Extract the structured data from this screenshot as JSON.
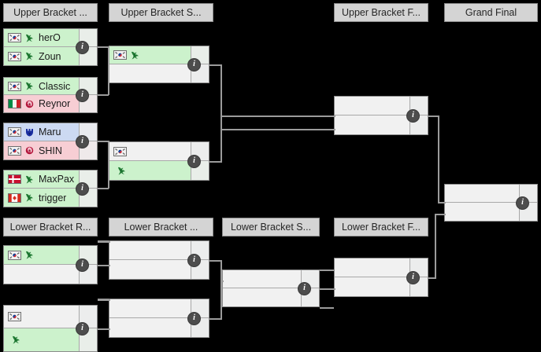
{
  "page": {
    "title": "Double Elimination Tournament Bracket",
    "background_color": "#000000",
    "header_color": "#d4d4d4",
    "win_color": "#ccf2cc",
    "lose_color": "#f7ced4",
    "terran_color": "#ccd9f2",
    "line_color": "#9b9b9b",
    "info_label": "i"
  },
  "rounds": [
    {
      "id": "ub-r1",
      "label": "Upper Bracket ..."
    },
    {
      "id": "ub-sf",
      "label": "Upper Bracket S..."
    },
    {
      "id": "ub-f",
      "label": "Upper Bracket F..."
    },
    {
      "id": "gf",
      "label": "Grand Final"
    },
    {
      "id": "lb-r1",
      "label": "Lower Bracket R..."
    },
    {
      "id": "lb-r2",
      "label": "Lower Bracket ..."
    },
    {
      "id": "lb-sf",
      "label": "Lower Bracket S..."
    },
    {
      "id": "lb-f",
      "label": "Lower Bracket F..."
    }
  ],
  "matches": [
    {
      "id": "ubr1-m1",
      "round": "ub-r1",
      "opponents": [
        {
          "name": "herO",
          "flag": "kr",
          "race": "protoss",
          "result": "win",
          "score": ""
        },
        {
          "name": "Zoun",
          "flag": "kr",
          "race": "protoss",
          "result": "win",
          "score": ""
        }
      ]
    },
    {
      "id": "ubr1-m2",
      "round": "ub-r1",
      "opponents": [
        {
          "name": "Classic",
          "flag": "kr",
          "race": "protoss",
          "result": "win",
          "score": ""
        },
        {
          "name": "Reynor",
          "flag": "it",
          "race": "zerg",
          "result": "lose",
          "score": ""
        }
      ]
    },
    {
      "id": "ubr1-m3",
      "round": "ub-r1",
      "opponents": [
        {
          "name": "Maru",
          "flag": "kr",
          "race": "terran",
          "result": "terran",
          "score": ""
        },
        {
          "name": "SHIN",
          "flag": "kr",
          "race": "zerg",
          "result": "lose",
          "score": ""
        }
      ]
    },
    {
      "id": "ubr1-m4",
      "round": "ub-r1",
      "opponents": [
        {
          "name": "MaxPax",
          "flag": "dk",
          "race": "protoss",
          "result": "win",
          "score": ""
        },
        {
          "name": "trigger",
          "flag": "ca",
          "race": "protoss",
          "result": "win",
          "score": ""
        }
      ]
    },
    {
      "id": "ubsf-m1",
      "round": "ub-sf",
      "opponents": [
        {
          "name": "",
          "flag": "kr",
          "race": "protoss",
          "result": "win",
          "score": ""
        },
        {
          "name": "",
          "flag": "",
          "race": "",
          "result": "none",
          "score": ""
        }
      ]
    },
    {
      "id": "ubsf-m2",
      "round": "ub-sf",
      "opponents": [
        {
          "name": "",
          "flag": "kr",
          "race": "",
          "result": "none",
          "score": ""
        },
        {
          "name": "",
          "flag": "",
          "race": "protoss",
          "result": "win",
          "score": ""
        }
      ]
    },
    {
      "id": "ubf-m1",
      "round": "ub-f",
      "opponents": [
        {
          "name": "",
          "flag": "",
          "race": "",
          "result": "none",
          "score": ""
        },
        {
          "name": "",
          "flag": "",
          "race": "",
          "result": "none",
          "score": ""
        }
      ]
    },
    {
      "id": "gf-m1",
      "round": "gf",
      "opponents": [
        {
          "name": "",
          "flag": "",
          "race": "",
          "result": "none",
          "score": ""
        },
        {
          "name": "",
          "flag": "",
          "race": "",
          "result": "none",
          "score": ""
        }
      ]
    },
    {
      "id": "lbr1-m1",
      "round": "lb-r1",
      "opponents": [
        {
          "name": "",
          "flag": "kr",
          "race": "protoss",
          "result": "win",
          "score": ""
        },
        {
          "name": "",
          "flag": "",
          "race": "",
          "result": "none",
          "score": ""
        }
      ]
    },
    {
      "id": "lbr1-m2",
      "round": "lb-r1",
      "opponents": [
        {
          "name": "",
          "flag": "kr",
          "race": "",
          "result": "none",
          "score": ""
        },
        {
          "name": "",
          "flag": "",
          "race": "protoss",
          "result": "win",
          "score": ""
        }
      ]
    },
    {
      "id": "lbr2-m1",
      "round": "lb-r2",
      "opponents": [
        {
          "name": "",
          "flag": "",
          "race": "",
          "result": "none",
          "score": ""
        },
        {
          "name": "",
          "flag": "",
          "race": "",
          "result": "none",
          "score": ""
        }
      ]
    },
    {
      "id": "lbr2-m2",
      "round": "lb-r2",
      "opponents": [
        {
          "name": "",
          "flag": "",
          "race": "",
          "result": "none",
          "score": ""
        },
        {
          "name": "",
          "flag": "",
          "race": "",
          "result": "none",
          "score": ""
        }
      ]
    },
    {
      "id": "lbsf-m1",
      "round": "lb-sf",
      "opponents": [
        {
          "name": "",
          "flag": "",
          "race": "",
          "result": "none",
          "score": ""
        },
        {
          "name": "",
          "flag": "",
          "race": "",
          "result": "none",
          "score": ""
        }
      ]
    },
    {
      "id": "lbf-m1",
      "round": "lb-f",
      "opponents": [
        {
          "name": "",
          "flag": "",
          "race": "",
          "result": "none",
          "score": ""
        },
        {
          "name": "",
          "flag": "",
          "race": "",
          "result": "none",
          "score": ""
        }
      ]
    }
  ]
}
